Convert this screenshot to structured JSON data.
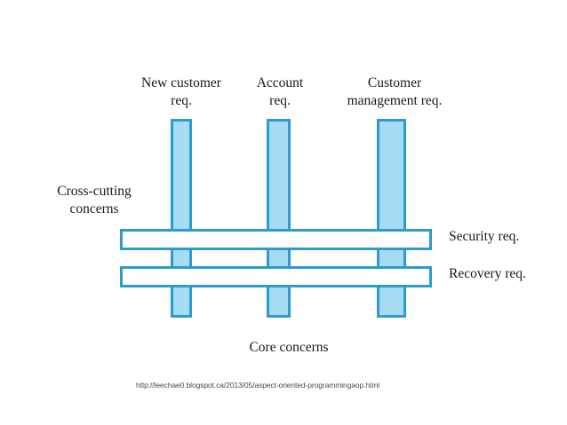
{
  "diagram": {
    "title_caption_bottom": "Core concerns",
    "left_annotation": "Cross-cutting\nconcerns",
    "core_concerns": [
      {
        "label": "New customer\nreq."
      },
      {
        "label": "Account\nreq."
      },
      {
        "label": "Customer\nmanagement req."
      }
    ],
    "cross_cutting_concerns": [
      {
        "label": "Security req."
      },
      {
        "label": "Recovery req."
      }
    ],
    "source_url": "http://leechae0.blogspot.ca/2013/05/aspect-oriented-programmingaop.html",
    "colors": {
      "bar_fill": "#a6ddf2",
      "bar_stroke": "#2e9bd0",
      "crosscut_fill": "#ffffff",
      "background": "#ffffff",
      "text": "#1a1a1a",
      "url_text": "#4a4a4a"
    }
  }
}
